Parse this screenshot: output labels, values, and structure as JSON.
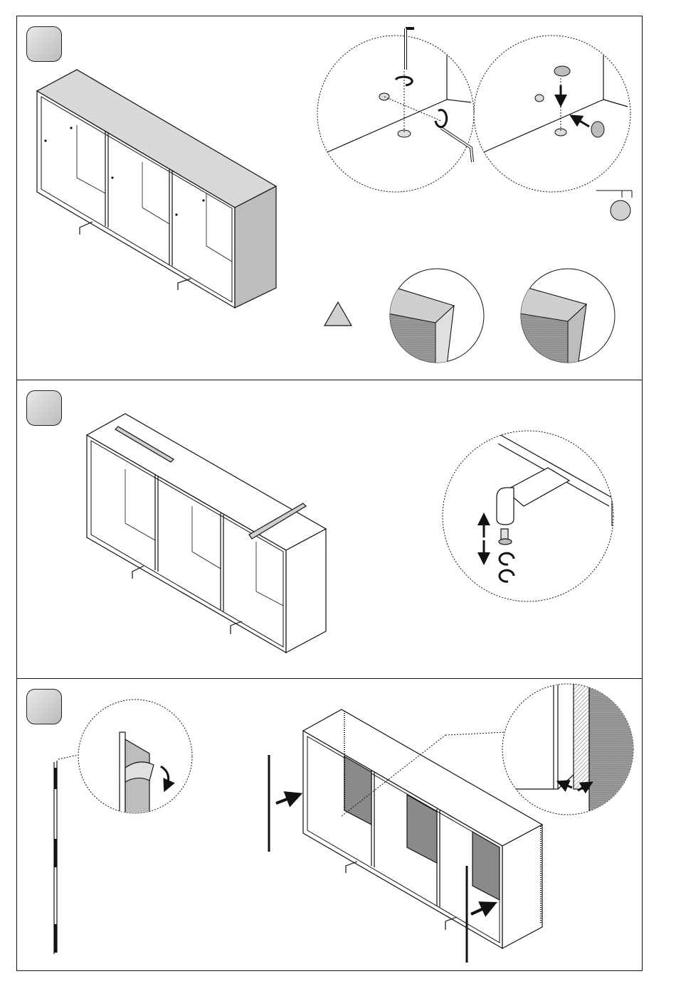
{
  "document": {
    "type": "assembly-instructions-page",
    "steps": [
      {
        "number": "",
        "illustration": "cabinet-top-view-with-leveling-and-caps"
      },
      {
        "number": "",
        "illustration": "cabinet-with-rails-and-foot-adjust"
      },
      {
        "number": "",
        "illustration": "cabinet-with-side-panels-and-gasket"
      }
    ]
  },
  "icons": {
    "hex_key": "allen-key-icon",
    "rotate": "rotate-arrow-icon",
    "warning": "warning-triangle-icon",
    "push": "push-arrow-icon",
    "cap": "cover-cap-icon"
  },
  "colors": {
    "line": "#111111",
    "fill_light": "#e6e6e6",
    "fill_mid": "#bdbdbd",
    "fill_dark": "#8a8a8a"
  }
}
